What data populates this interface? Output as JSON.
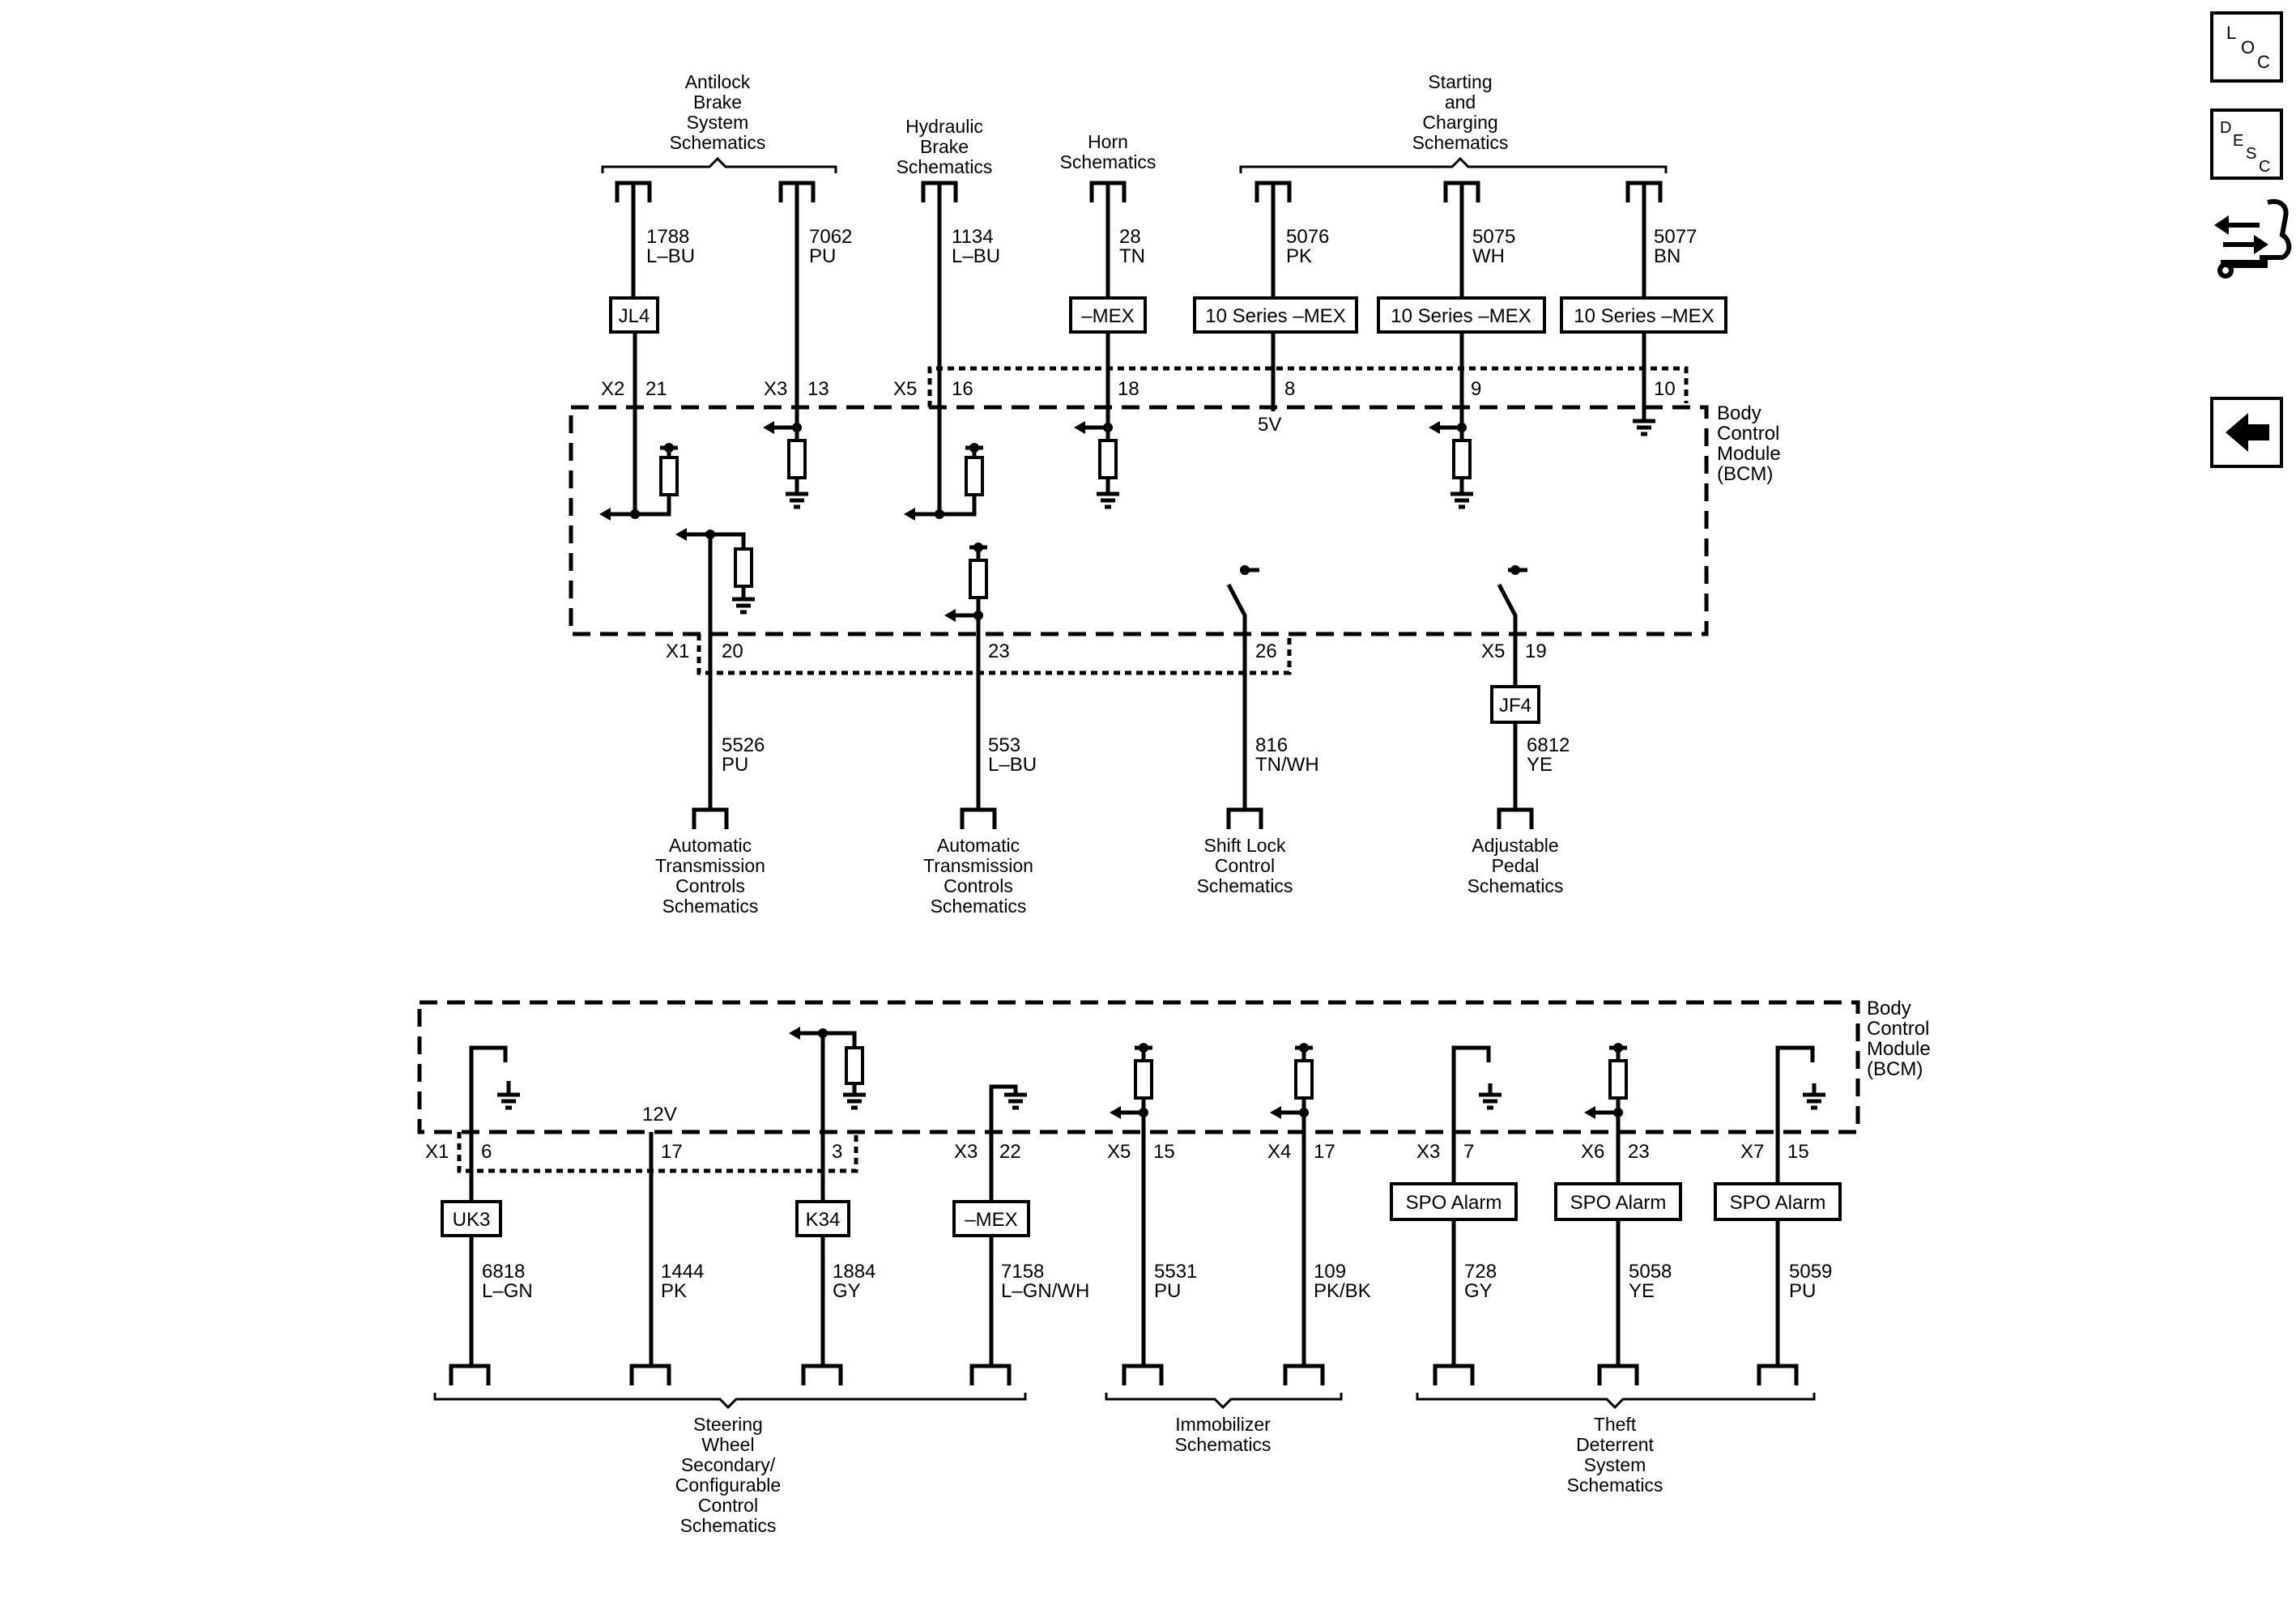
{
  "top": {
    "sources": [
      {
        "title": "Antilock Brake System Schematics"
      },
      {
        "title": "Hydraulic Brake Schematics"
      },
      {
        "title": "Horn Schematics"
      },
      {
        "title": "Starting and Charging Schematics"
      }
    ],
    "destinations": [
      {
        "title": "Automatic Transmission Controls Schematics"
      },
      {
        "title": "Automatic Transmission Controls Schematics"
      },
      {
        "title": "Shift Lock Control Schematics"
      },
      {
        "title": "Adjustable Pedal Schematics"
      }
    ],
    "upper_circuits": [
      {
        "circuit": "1788",
        "color": "L–BU",
        "connector": "X2",
        "pin": "21",
        "box": "JL4"
      },
      {
        "circuit": "7062",
        "color": "PU",
        "connector": "X3",
        "pin": "13",
        "box": ""
      },
      {
        "circuit": "1134",
        "color": "L–BU",
        "connector": "X5",
        "pin": "16",
        "box": ""
      },
      {
        "circuit": "28",
        "color": "TN",
        "connector": "",
        "pin": "18",
        "box": "–MEX"
      },
      {
        "circuit": "5076",
        "color": "PK",
        "connector": "",
        "pin": "8",
        "box": "10 Series –MEX"
      },
      {
        "circuit": "5075",
        "color": "WH",
        "connector": "",
        "pin": "9",
        "box": "10 Series –MEX"
      },
      {
        "circuit": "5077",
        "color": "BN",
        "connector": "",
        "pin": "10",
        "box": "10 Series –MEX"
      }
    ],
    "lower_circuits": [
      {
        "circuit": "5526",
        "color": "PU",
        "connector": "X1",
        "pin": "20",
        "box": ""
      },
      {
        "circuit": "553",
        "color": "L–BU",
        "connector": "",
        "pin": "23",
        "box": ""
      },
      {
        "circuit": "816",
        "color": "TN/WH",
        "connector": "",
        "pin": "26",
        "box": ""
      },
      {
        "circuit": "6812",
        "color": "YE",
        "connector": "X5",
        "pin": "19",
        "box": "JF4"
      }
    ],
    "voltage_label": "5V",
    "module_label": "Body Control Module (BCM)"
  },
  "bottom": {
    "circuits": [
      {
        "circuit": "6818",
        "color": "L–GN",
        "connector": "X1",
        "pin": "6",
        "box": "UK3"
      },
      {
        "circuit": "1444",
        "color": "PK",
        "connector": "",
        "pin": "17",
        "box": ""
      },
      {
        "circuit": "1884",
        "color": "GY",
        "connector": "",
        "pin": "3",
        "box": "K34"
      },
      {
        "circuit": "7158",
        "color": "L–GN/WH",
        "connector": "X3",
        "pin": "22",
        "box": "–MEX"
      },
      {
        "circuit": "5531",
        "color": "PU",
        "connector": "X5",
        "pin": "15",
        "box": ""
      },
      {
        "circuit": "109",
        "color": "PK/BK",
        "connector": "X4",
        "pin": "17",
        "box": ""
      },
      {
        "circuit": "728",
        "color": "GY",
        "connector": "X3",
        "pin": "7",
        "box": "SPO Alarm"
      },
      {
        "circuit": "5058",
        "color": "YE",
        "connector": "X6",
        "pin": "23",
        "box": "SPO Alarm"
      },
      {
        "circuit": "5059",
        "color": "PU",
        "connector": "X7",
        "pin": "15",
        "box": "SPO Alarm"
      }
    ],
    "voltage_label": "12V",
    "module_label": "Body Control Module (BCM)",
    "groups": [
      {
        "title": "Steering Wheel Secondary/ Configurable Control Schematics"
      },
      {
        "title": "Immobilizer Schematics"
      },
      {
        "title": "Theft Deterrent System Schematics"
      }
    ]
  },
  "nav": {
    "loc_letters": [
      "L",
      "O",
      "C"
    ],
    "desc_letters": [
      "D",
      "E",
      "S",
      "C"
    ],
    "icons": [
      "loc-icon",
      "desc-icon",
      "connector-repair-icon",
      "back-arrow-icon"
    ]
  }
}
